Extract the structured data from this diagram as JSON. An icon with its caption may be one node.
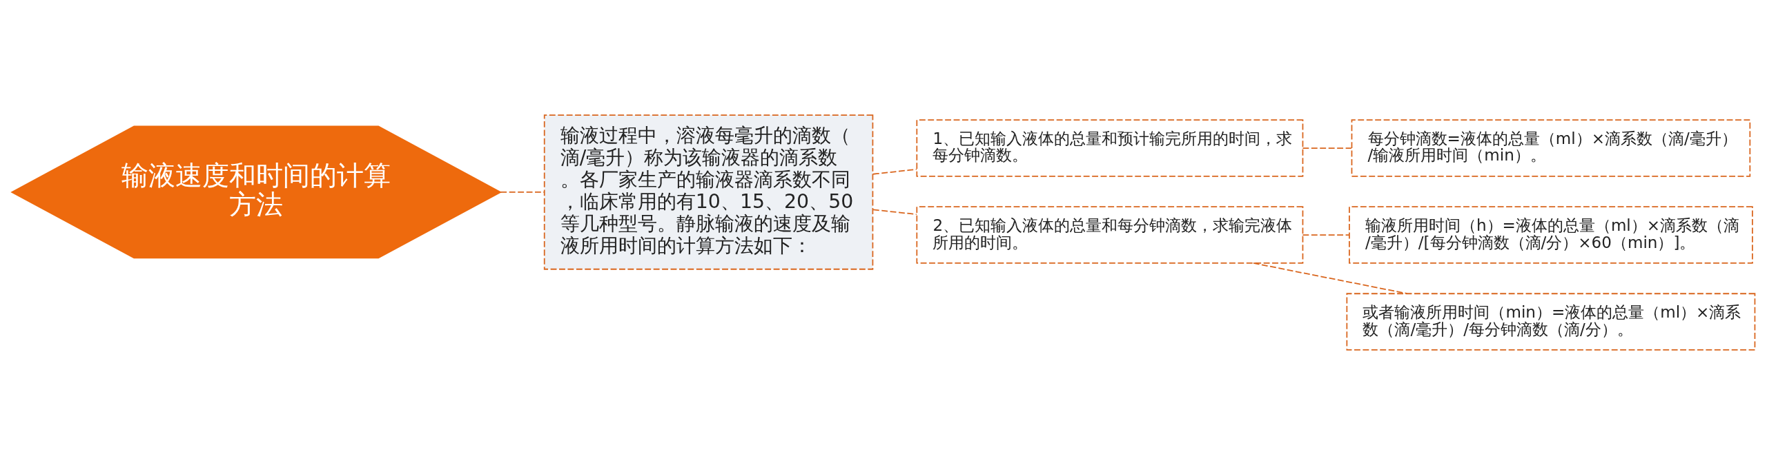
{
  "diagram": {
    "nodes": [
      {
        "text": [
          "输液速度和时间的计算方法"
        ]
      },
      {
        "text": [
          "输液过程中，溶液每毫升的滴数（滴/毫升）称为该输液器的滴系数。各厂家生产的输液器滴系数不同，临床常用的有10、15、20、50等几种型号。静脉输液的速度及输液所用时间的计算方法如下："
        ]
      },
      {
        "text": [
          "1、已知输入液体的总量和预计输完所用的时间，求每分钟滴数。"
        ]
      },
      {
        "text": [
          "2、已知输入液体的总量和每分钟滴数，求输完液体所用的时间。"
        ]
      },
      {
        "text": [
          "每分钟滴数=液体的总量（ml）×滴系数（滴/毫升）/输液所用时间（min）。"
        ]
      },
      {
        "text": [
          "输液所用时间（h）=液体的总量（ml）×滴系数（滴/毫升）/[每分钟滴数（滴/分）×60（min）]。"
        ]
      },
      {
        "text": [
          "或者输液所用时间（min）=液体的总量（ml）×滴系数（滴/毫升）/每分钟滴数（滴/分）。"
        ]
      }
    ],
    "edges": [
      {
        "from": 0,
        "to": 1,
        "arrow": "none"
      },
      {
        "from": 1,
        "to": 2,
        "arrow": "none"
      },
      {
        "from": 1,
        "to": 3,
        "arrow": "none"
      },
      {
        "from": 2,
        "to": 4,
        "arrow": "none"
      },
      {
        "from": 3,
        "to": 5,
        "arrow": "none"
      },
      {
        "from": 3,
        "to": 6,
        "arrow": "none"
      }
    ]
  }
}
